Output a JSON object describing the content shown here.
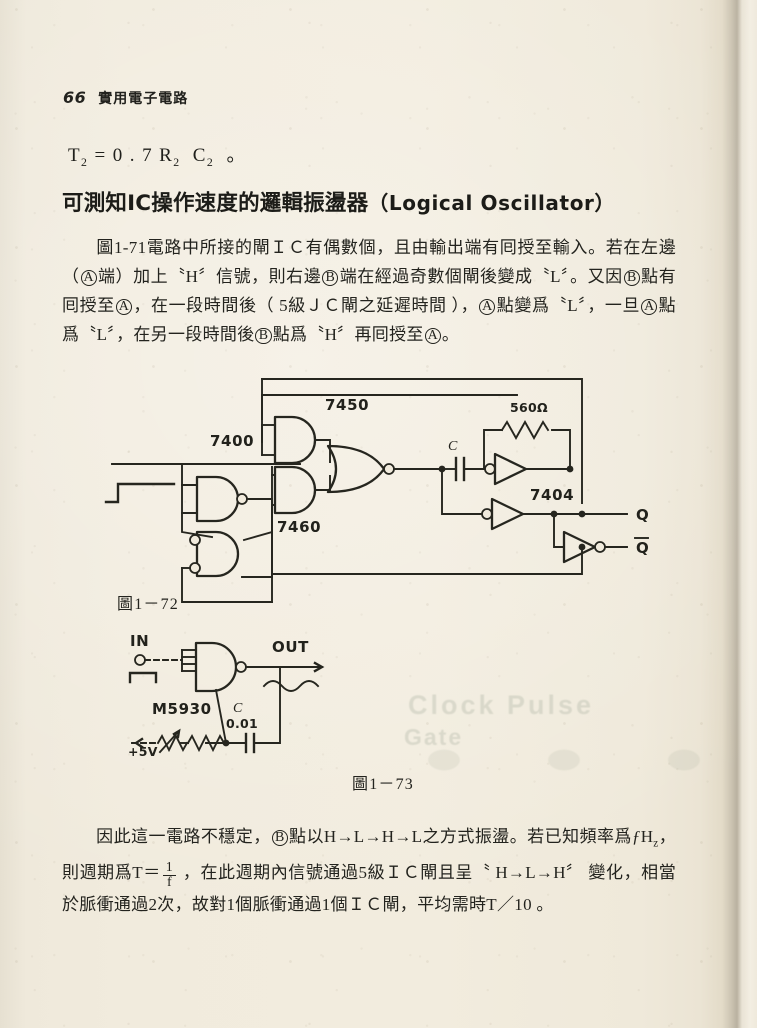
{
  "page": {
    "number": "66",
    "book_title": "實用電子電路",
    "paper_color": "#f1ebdd",
    "ink_color": "#23231e"
  },
  "formula": {
    "lhs": "T",
    "lhs_sub": "2",
    "text": "T₂ = 0.7 R₂ C₂ 。"
  },
  "heading": {
    "chinese": "可測知IC操作速度的邏輯振盪器",
    "english": "（Logical Oscillator）"
  },
  "paragraphs": {
    "first": "圖1-71電路中所接的閘ＩＣ有偶數個，且由輸出端有囘授至輸入。若在左邊（Ⓐ端）加上〝H〞信號，則右邊Ⓑ端在經過奇數個閘後變成〝L〞。又因Ⓑ點有囘授至Ⓐ，在一段時間後（5級ＪＣ閘之延遲時間），Ⓐ點變爲〝L〞，一旦Ⓐ點爲〝L〞，在另一段時間後Ⓑ點爲〝H〞再囘授至Ⓐ。",
    "second": "因此這一電路不穩定，Ⓑ點以H→L→H→L之方式振盪。若已知頻率爲ƒHz，則週期爲T＝1/f，在此週期內信號通過5級ＩＣ閘且呈〝H→L→H〞變化，相當於脈衝通過2次，故對1個脈衝通過1個ＩＣ閘，平均需時T／10。"
  },
  "figures": [
    {
      "caption": "圖1－73",
      "id": "fig-1-72",
      "caption_above": "圖1－72",
      "labels": [
        "7400",
        "7450",
        "7460",
        "7404",
        "560Ω",
        "C",
        "Q",
        "Q̄"
      ]
    },
    {
      "caption": "圖1－73",
      "id": "fig-1-73",
      "labels": [
        "IN",
        "OUT",
        "M5930",
        "C",
        "0.01",
        "+5V"
      ]
    }
  ],
  "fig72": {
    "caption": "圖1－72",
    "gate_7400": "7400",
    "gate_7450": "7450",
    "gate_7460": "7460",
    "gate_7404": "7404",
    "resistor": "560Ω",
    "cap": "C",
    "out_q": "Q",
    "out_qbar": "Q"
  },
  "fig73": {
    "caption": "圖1－73",
    "in": "IN",
    "out": "OUT",
    "ic": "M5930",
    "cap_name": "C",
    "cap_value": "0.01",
    "supply": "+5V"
  },
  "bleed_through": {
    "line1": "Clock Pulse",
    "line2": "Gate"
  }
}
